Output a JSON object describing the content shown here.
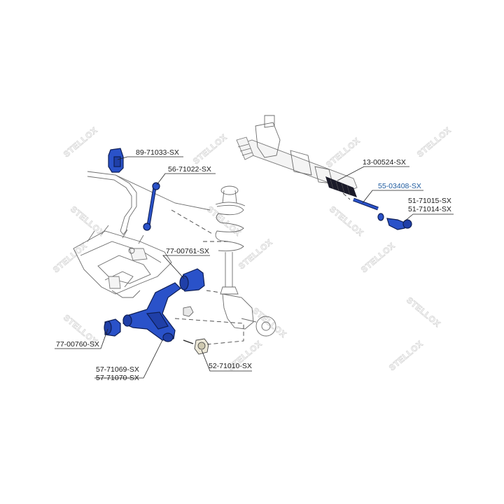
{
  "watermark_text": "STELLOX",
  "colors": {
    "part_fill": "#2a52c9",
    "part_stroke": "#0e1e55",
    "highlight_label": "#1d5a9e",
    "watermark": "#d4d4d4"
  },
  "labels": {
    "stabilizer_bushing": "89-71033-SX",
    "stabilizer_link": "56-71022-SX",
    "steering_rack": "13-00524-SX",
    "tie_rod": "55-03408-SX",
    "tie_rod_end_a": "51-71015-SX",
    "tie_rod_end_b": "51-71014-SX",
    "arm_bushing_rear": "77-00761-SX",
    "arm_bushing_front": "77-00760-SX",
    "control_arm_a": "57-71069-SX",
    "control_arm_b": "57-71070-SX",
    "ball_joint": "52-71010-SX"
  }
}
